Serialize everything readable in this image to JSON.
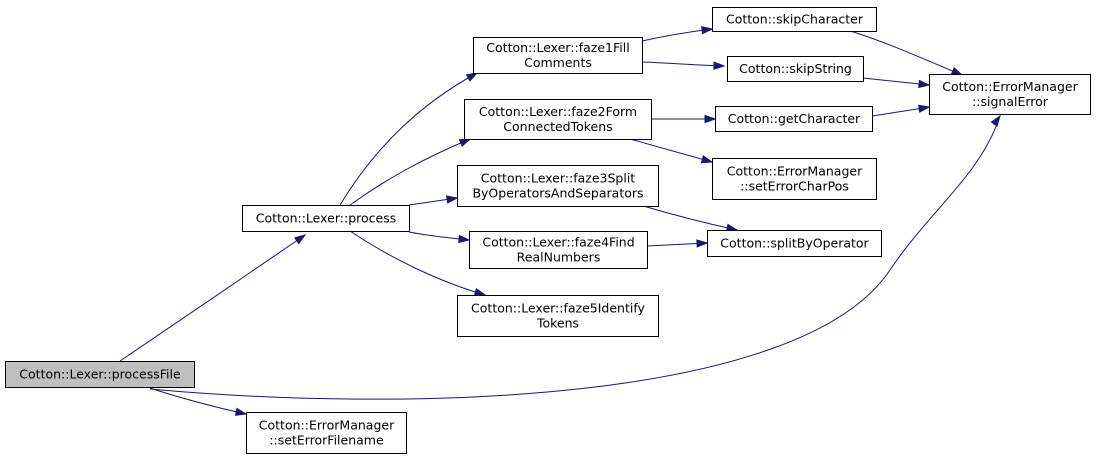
{
  "graph": {
    "nodes": [
      {
        "id": "processFile",
        "lines": [
          "Cotton::Lexer::processFile"
        ]
      },
      {
        "id": "process",
        "lines": [
          "Cotton::Lexer::process"
        ]
      },
      {
        "id": "setErrorFilename",
        "lines": [
          "Cotton::ErrorManager",
          "::setErrorFilename"
        ]
      },
      {
        "id": "faze1",
        "lines": [
          "Cotton::Lexer::faze1Fill",
          "Comments"
        ]
      },
      {
        "id": "faze2",
        "lines": [
          "Cotton::Lexer::faze2Form",
          "ConnectedTokens"
        ]
      },
      {
        "id": "faze3",
        "lines": [
          "Cotton::Lexer::faze3Split",
          "ByOperatorsAndSeparators"
        ]
      },
      {
        "id": "faze4",
        "lines": [
          "Cotton::Lexer::faze4Find",
          "RealNumbers"
        ]
      },
      {
        "id": "faze5",
        "lines": [
          "Cotton::Lexer::faze5Identify",
          "Tokens"
        ]
      },
      {
        "id": "skipCharacter",
        "lines": [
          "Cotton::skipCharacter"
        ]
      },
      {
        "id": "skipString",
        "lines": [
          "Cotton::skipString"
        ]
      },
      {
        "id": "getCharacter",
        "lines": [
          "Cotton::getCharacter"
        ]
      },
      {
        "id": "setErrorCharPos",
        "lines": [
          "Cotton::ErrorManager",
          "::setErrorCharPos"
        ]
      },
      {
        "id": "splitByOperator",
        "lines": [
          "Cotton::splitByOperator"
        ]
      },
      {
        "id": "signalError",
        "lines": [
          "Cotton::ErrorManager",
          "::signalError"
        ]
      }
    ],
    "edges": [
      [
        "processFile",
        "process"
      ],
      [
        "processFile",
        "signalError"
      ],
      [
        "processFile",
        "setErrorFilename"
      ],
      [
        "process",
        "faze1"
      ],
      [
        "process",
        "faze2"
      ],
      [
        "process",
        "faze3"
      ],
      [
        "process",
        "faze4"
      ],
      [
        "process",
        "faze5"
      ],
      [
        "faze1",
        "skipCharacter"
      ],
      [
        "faze1",
        "skipString"
      ],
      [
        "faze2",
        "getCharacter"
      ],
      [
        "faze2",
        "setErrorCharPos"
      ],
      [
        "faze3",
        "splitByOperator"
      ],
      [
        "faze4",
        "splitByOperator"
      ],
      [
        "skipCharacter",
        "signalError"
      ],
      [
        "skipString",
        "signalError"
      ],
      [
        "getCharacter",
        "signalError"
      ]
    ],
    "root": "processFile",
    "colors": {
      "edge": "#191970",
      "root_fill": "#bfbfbf",
      "node_fill": "#ffffff",
      "border": "#000000"
    }
  }
}
